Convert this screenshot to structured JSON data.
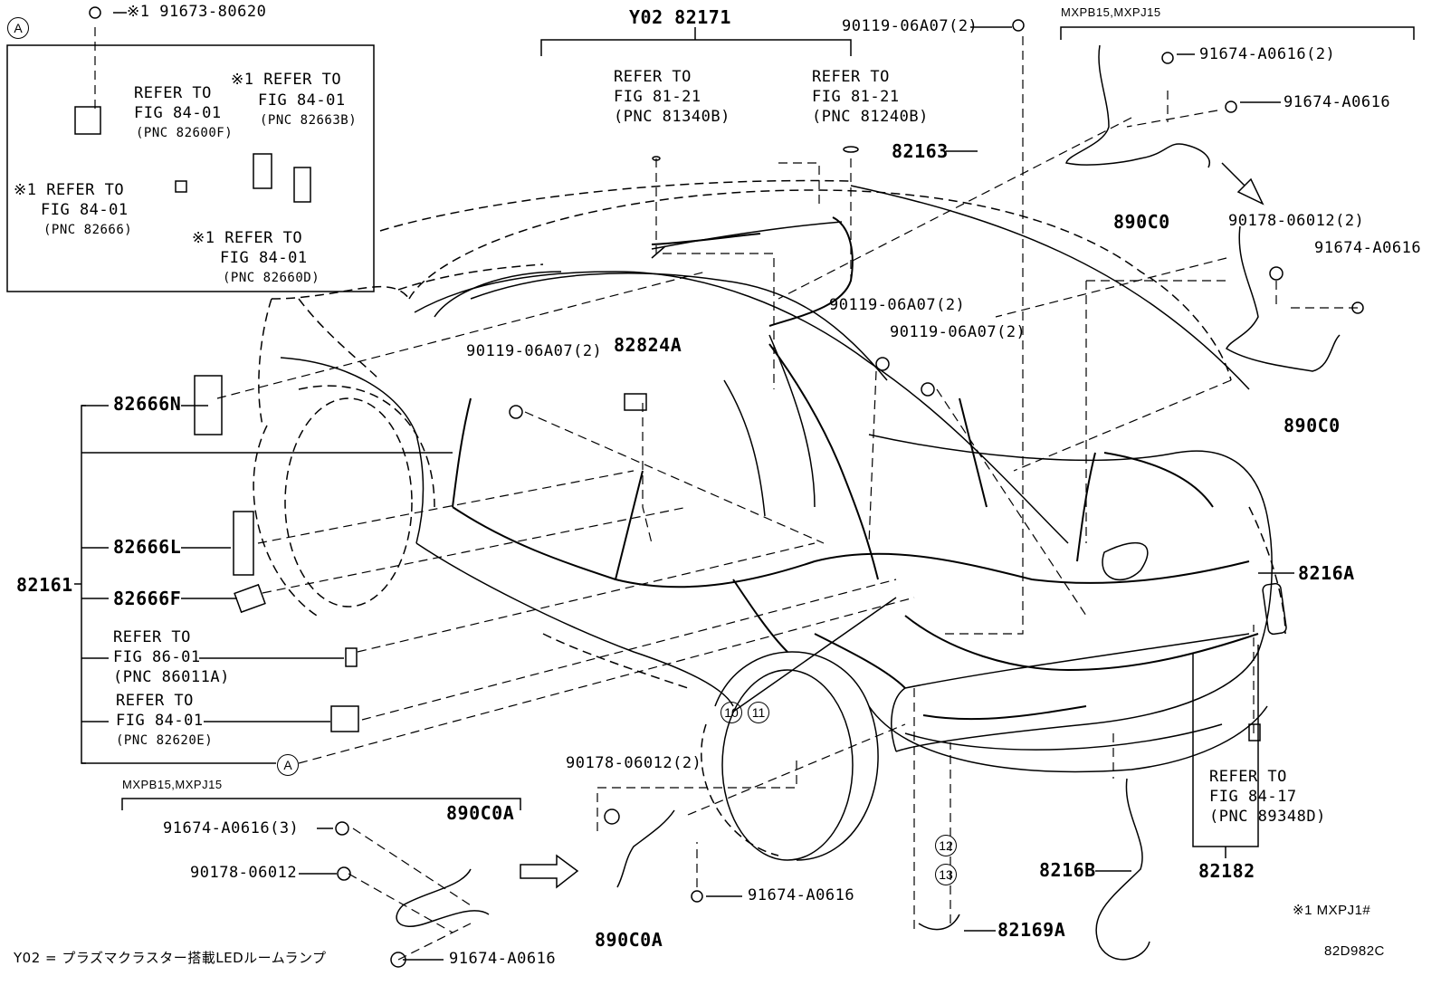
{
  "inset": {
    "marker": "A",
    "bolt_part": "※1 91673-80620",
    "ref1": {
      "line1": "REFER TO",
      "line2": "FIG 84-01",
      "line3": "(PNC 82600F)"
    },
    "ref2": {
      "line1": "※1 REFER TO",
      "line2": "FIG 84-01",
      "line3": "(PNC 82663B)"
    },
    "ref3": {
      "line1": "※1 REFER TO",
      "line2": "FIG 84-01",
      "line3": "(PNC 82666)"
    },
    "ref4": {
      "line1": "※1 REFER TO",
      "line2": "FIG 84-01",
      "line3": "(PNC 82660D)"
    }
  },
  "top": {
    "y02": "Y02 82171",
    "ref_81340": {
      "line1": "REFER TO",
      "line2": "FIG 81-21",
      "line3": "(PNC 81340B)"
    },
    "ref_81240": {
      "line1": "REFER TO",
      "line2": "FIG 81-21",
      "line3": "(PNC 81240B)"
    },
    "p90119_top": "90119-06A07(2)",
    "p82163": "82163"
  },
  "right_group": {
    "variant": "MXPB15,MXPJ15",
    "p91674_2": "91674-A0616(2)",
    "p91674_a": "91674-A0616",
    "p890c0_top": "890C0",
    "p90178_2": "90178-06012(2)",
    "p91674_b": "91674-A0616",
    "p890c0_mid": "890C0"
  },
  "left": {
    "p82161": "82161",
    "p82666n": "82666N",
    "p82666l": "82666L",
    "p82666f": "82666F",
    "ref_86011": {
      "line1": "REFER TO",
      "line2": "FIG 86-01",
      "line3": "(PNC 86011A)"
    },
    "ref_82620": {
      "line1": "REFER TO",
      "line2": "FIG 84-01",
      "line3": "(PNC 82620E)"
    },
    "marker_a": "A"
  },
  "center": {
    "p90119_left": "90119-06A07(2)",
    "p82824a": "82824A",
    "p90119_mid1": "90119-06A07(2)",
    "p90119_mid2": "90119-06A07(2)",
    "circ10": "10",
    "circ11": "11"
  },
  "right": {
    "p8216a": "8216A",
    "ref_89348": {
      "line1": "REFER TO",
      "line2": "FIG 84-17",
      "line3": "(PNC 89348D)"
    },
    "p82182": "82182",
    "p8216b": "8216B",
    "note": "※1 MXPJ1#",
    "code": "82D982C"
  },
  "bottom": {
    "variant": "MXPB15,MXPJ15",
    "p890c0a_top": "890C0A",
    "p91674_3": "91674-A0616(3)",
    "p90178": "90178-06012",
    "p91674_c": "91674-A0616",
    "p90178_2": "90178-06012(2)",
    "p91674_d": "91674-A0616",
    "p890c0a_bot": "890C0A",
    "circ12": "12",
    "circ13": "13",
    "p82169a": "82169A",
    "legend": "Y02 = プラズマクラスター搭載LEDルームランプ"
  }
}
